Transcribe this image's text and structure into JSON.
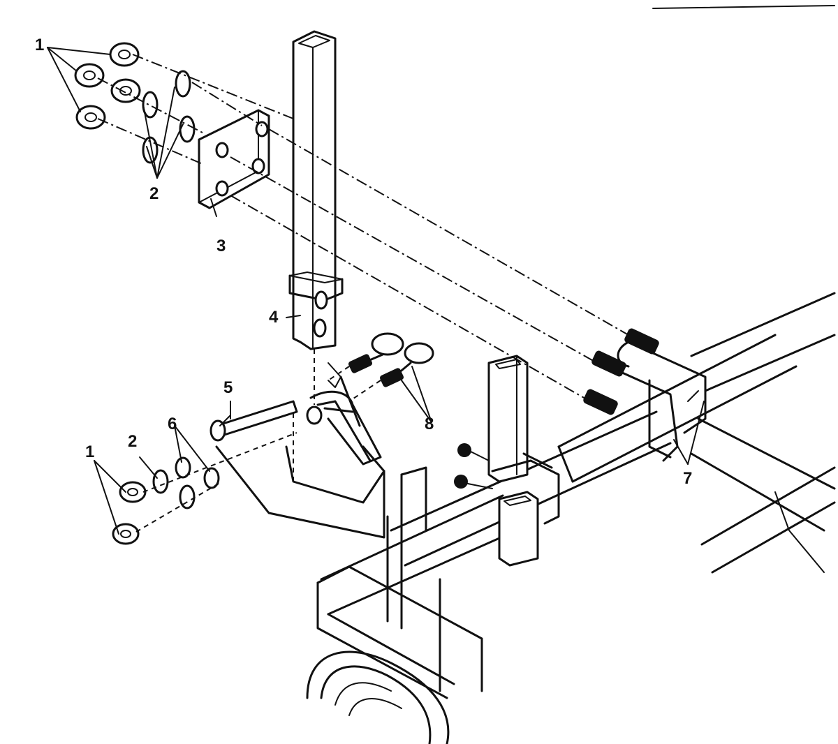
{
  "callouts": {
    "c1_top": "1",
    "c2_top": "2",
    "c3": "3",
    "c4": "4",
    "c5": "5",
    "c6": "6",
    "c1_bottom": "1",
    "c2_bottom": "2",
    "c7": "7",
    "c8": "8"
  }
}
